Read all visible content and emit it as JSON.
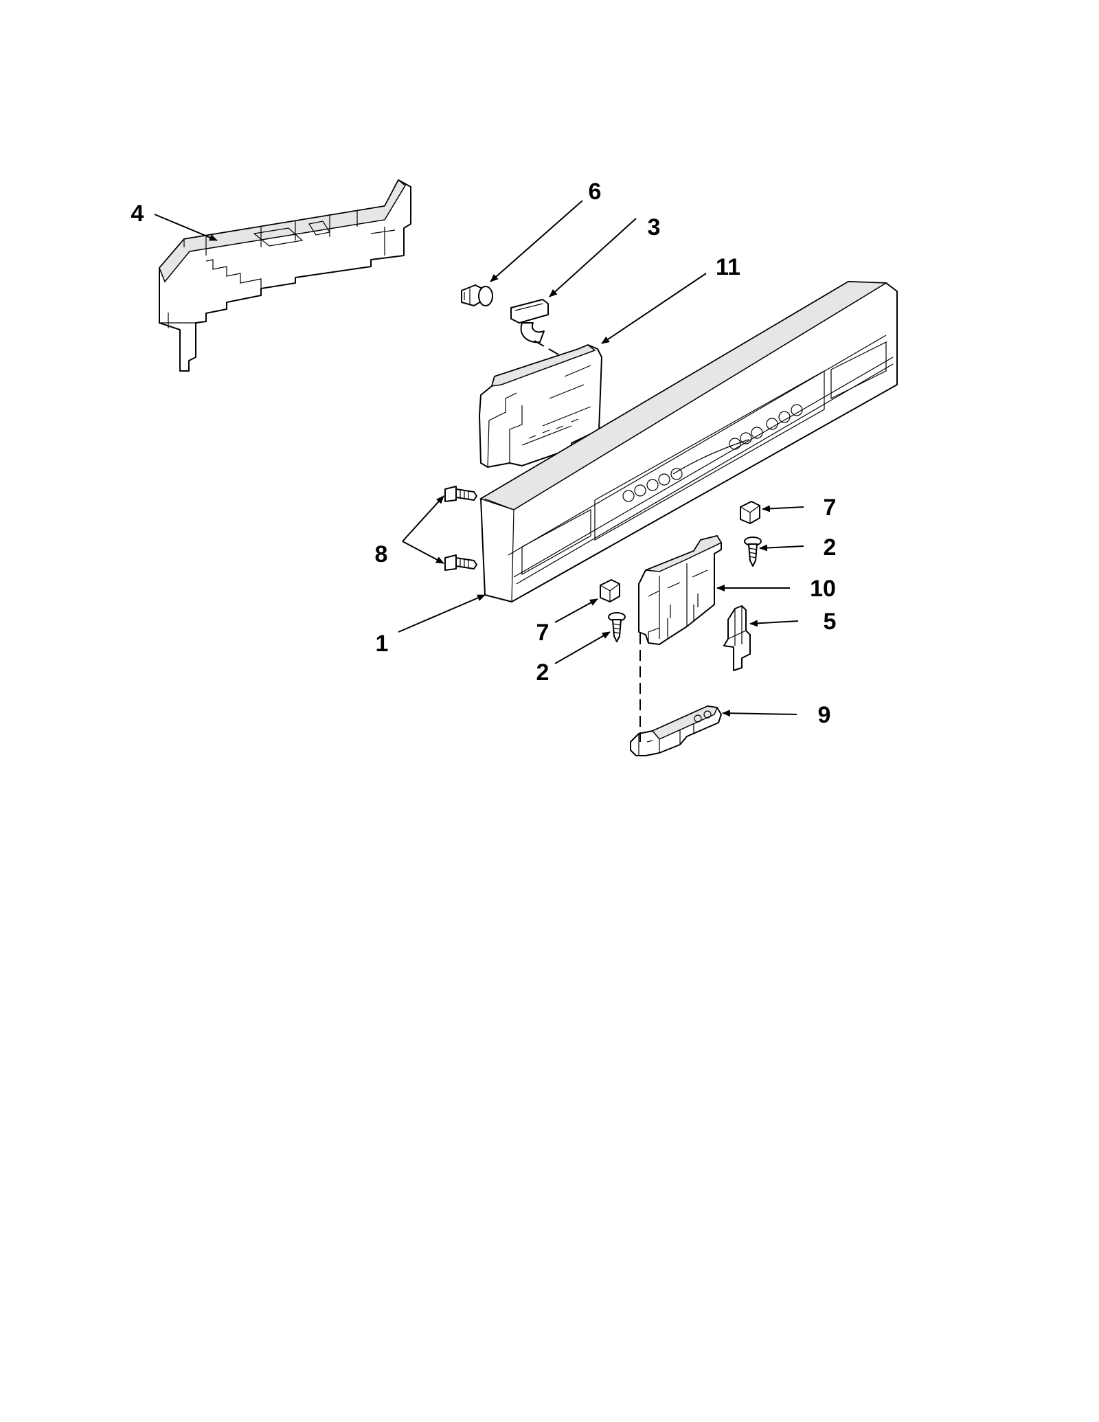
{
  "callouts": {
    "c1": "1",
    "c2a": "2",
    "c2b": "2",
    "c3": "3",
    "c4": "4",
    "c5": "5",
    "c6": "6",
    "c7a": "7",
    "c7b": "7",
    "c8": "8",
    "c9": "9",
    "c10": "10",
    "c11": "11"
  },
  "colors": {
    "line": "#000000",
    "background": "#ffffff",
    "shade": "#e6e6e6"
  }
}
